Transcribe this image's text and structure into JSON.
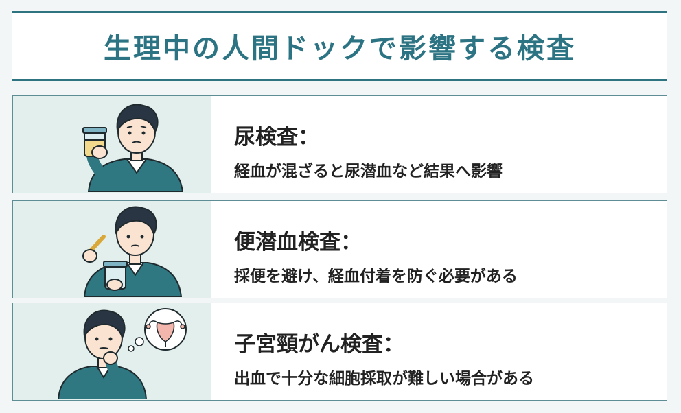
{
  "title": "生理中の人間ドックで影響する検査",
  "colors": {
    "accent": "#2c7483",
    "sweater": "#2f7781",
    "illustration_bg": "#e3efed",
    "page_bg": "#f3f6f7"
  },
  "items": [
    {
      "heading": "尿検査：",
      "description": "経血が混ざると尿潜血など結果へ影響",
      "illustration": "man-holding-urine-cup-icon"
    },
    {
      "heading": "便潜血検査：",
      "description": "採便を避け、経血付着を防ぐ必要がある",
      "illustration": "man-holding-stool-sample-kit-icon"
    },
    {
      "heading": "子宮頸がん検査：",
      "description": "出血で十分な細胞採取が難しい場合がある",
      "illustration": "man-thinking-uterus-icon"
    }
  ]
}
